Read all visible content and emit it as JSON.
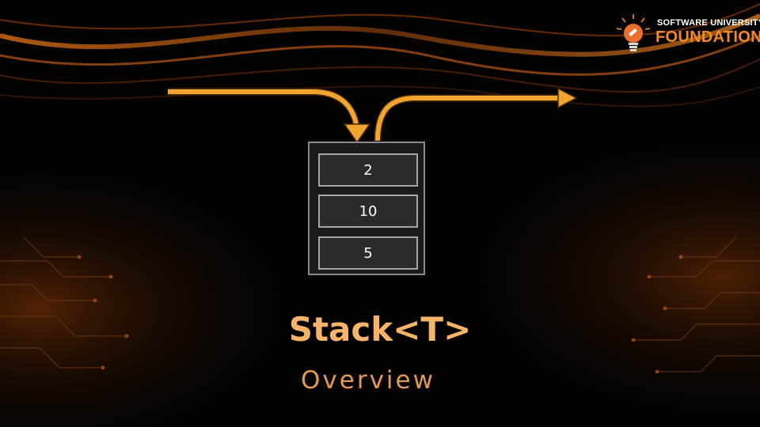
{
  "logo": {
    "line1": "SOFTWARE UNIVERSITY",
    "line2": "FOUNDATION",
    "icon": "lightbulb-icon"
  },
  "diagram": {
    "stack_items": [
      "2",
      "10",
      "5"
    ],
    "push_arrow": "push-arrow",
    "pop_arrow": "pop-arrow"
  },
  "title": "Stack<T>",
  "subtitle": "Overview",
  "colors": {
    "accent": "#f08a24",
    "arrow": "#f0a530",
    "title": "#f5b46a",
    "background": "#050302"
  }
}
